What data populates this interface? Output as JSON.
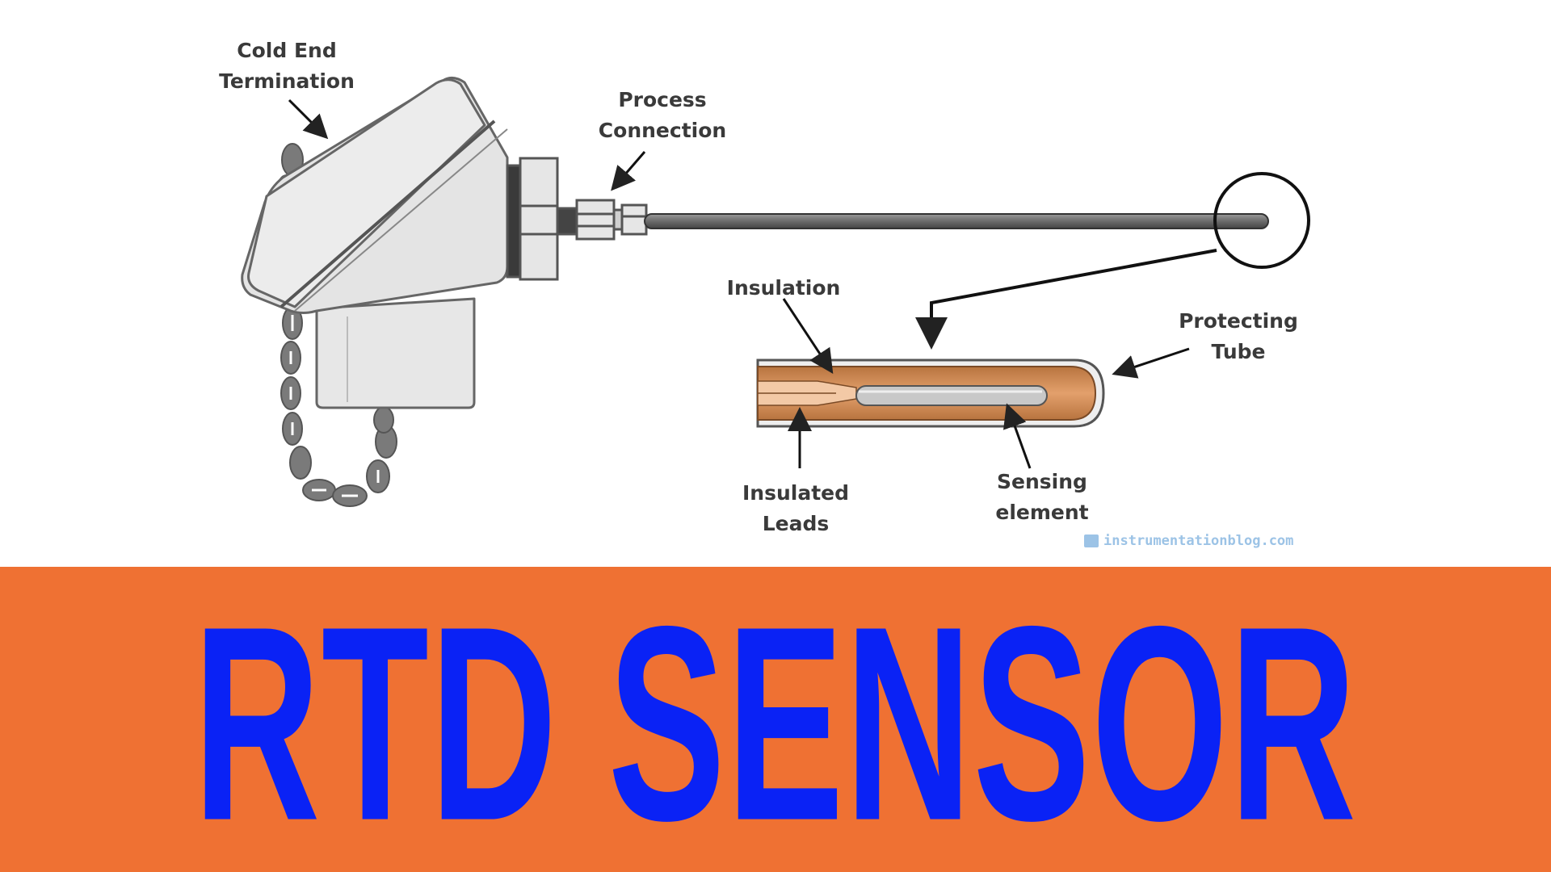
{
  "diagram": {
    "labels": {
      "cold_end_line1": "Cold End",
      "cold_end_line2": "Termination",
      "process_line1": "Process",
      "process_line2": "Connection",
      "insulation": "Insulation",
      "protecting_line1": "Protecting",
      "protecting_line2": "Tube",
      "insulated_line1": "Insulated",
      "insulated_line2": "Leads",
      "sensing_line1": "Sensing",
      "sensing_line2": "element"
    },
    "watermark": "instrumentationblog.com"
  },
  "banner": {
    "title": "RTD SENSOR"
  },
  "colors": {
    "banner_bg": "#ef7133",
    "title_text": "#0a22f5",
    "copper": "#cf8a55",
    "head_gray": "#e6e6e6"
  }
}
